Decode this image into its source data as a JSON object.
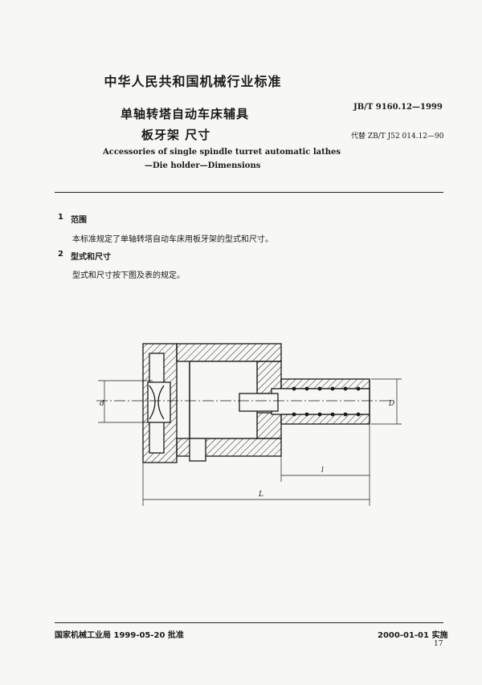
{
  "header": {
    "standard_category": "中华人民共和国机械行业标准",
    "standard_number": "JB/T 9160.12—1999",
    "replaces": "代替 ZB/T J52 014.12—90"
  },
  "title": {
    "line1_cn": "单轴转塔自动车床辅具",
    "line2_cn": "板牙架   尺寸",
    "line1_en": "Accessories of single spindle turret automatic lathes",
    "line2_en": "—Die holder—Dimensions"
  },
  "sections": [
    {
      "number": "1",
      "title": "范围",
      "text": "本标准规定了单轴转塔自动车床用板牙架的型式和尺寸。"
    },
    {
      "number": "2",
      "title": "型式和尺寸",
      "text": "型式和尺寸按下图及表的规定。"
    }
  ],
  "drawing": {
    "dimension_labels": {
      "inner_diameter": "d",
      "outer_diameter": "D",
      "length_small": "l",
      "length_total": "L"
    }
  },
  "footer": {
    "approval": "国家机械工业局  1999-05-20  批准",
    "implementation": "2000-01-01  实施",
    "page": "17"
  }
}
